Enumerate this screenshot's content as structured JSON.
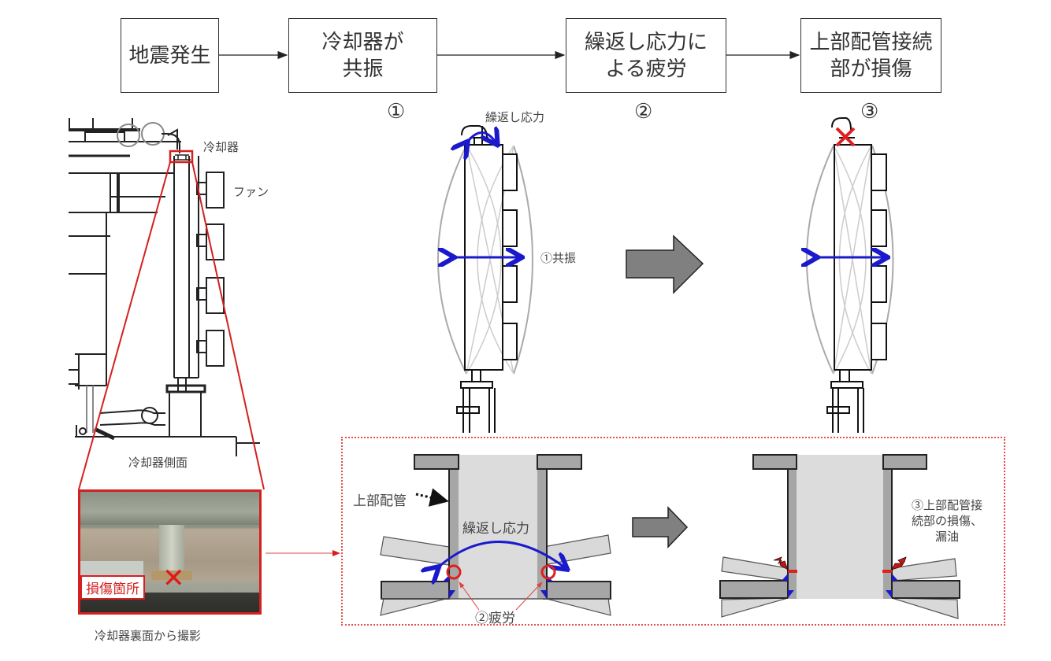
{
  "flow": {
    "steps": [
      {
        "lines": [
          "地震発生"
        ]
      },
      {
        "lines": [
          "冷却器が",
          "共振"
        ]
      },
      {
        "lines": [
          "繰返し応力に",
          "よる疲労"
        ]
      },
      {
        "lines": [
          "上部配管接続",
          "部が損傷"
        ]
      }
    ],
    "step_numbers": [
      "①",
      "②",
      "③"
    ]
  },
  "side_view": {
    "cooler_label": "冷却器",
    "fan_label": "ファン",
    "caption": "冷却器側面"
  },
  "photo": {
    "callout": "損傷箇所",
    "caption": "冷却器裏面から撮影"
  },
  "resonance_diagram": {
    "stress_label": "繰返し応力",
    "resonance_label": "①共振"
  },
  "detail": {
    "upper_pipe_label": "上部配管",
    "stress_label": "繰返し応力",
    "fatigue_label": "②疲労",
    "damage_lines": [
      "③上部配管接",
      "続部の損傷、",
      "漏油"
    ]
  },
  "colors": {
    "accent_red": "#d42020",
    "arrow_blue": "#1a1acc",
    "arrow_gray": "#808080",
    "pipe_dark": "#a6a6a6",
    "pipe_light": "#d9d9d9"
  }
}
